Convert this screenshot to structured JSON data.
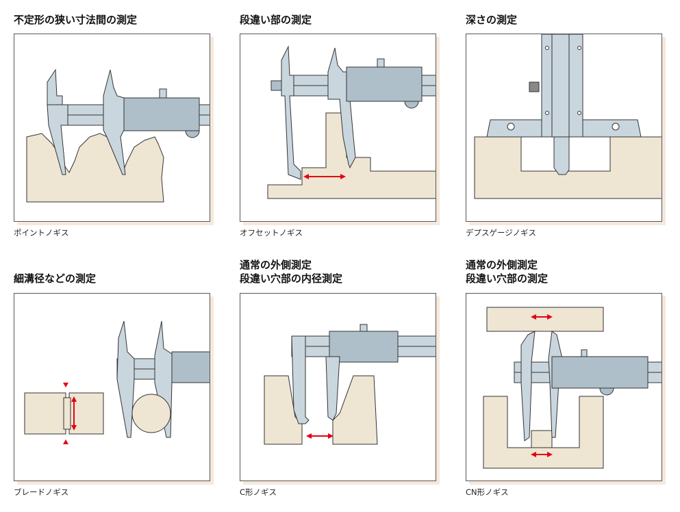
{
  "panels": [
    {
      "title_lines": [
        "不定形の狭い寸法間の測定"
      ],
      "caption": "ポイントノギス"
    },
    {
      "title_lines": [
        "段違い部の測定"
      ],
      "caption": "オフセットノギス"
    },
    {
      "title_lines": [
        "深さの測定"
      ],
      "caption": "デプスゲージノギス"
    },
    {
      "title_lines": [
        "細溝径などの測定"
      ],
      "caption": "ブレードノギス"
    },
    {
      "title_lines": [
        "通常の外側測定",
        "段違い穴部の内径測定"
      ],
      "caption": "C形ノギス"
    },
    {
      "title_lines": [
        "通常の外側測定",
        "段違い穴部の測定"
      ],
      "caption": "CN形ノギス"
    }
  ],
  "colors": {
    "workpiece": "#eee6d3",
    "caliper": "#c9d6de",
    "caliper_dark": "#aebfca",
    "arrow": "#e60012",
    "outline": "#333333",
    "frame_shadow": "#f6e8dc"
  }
}
